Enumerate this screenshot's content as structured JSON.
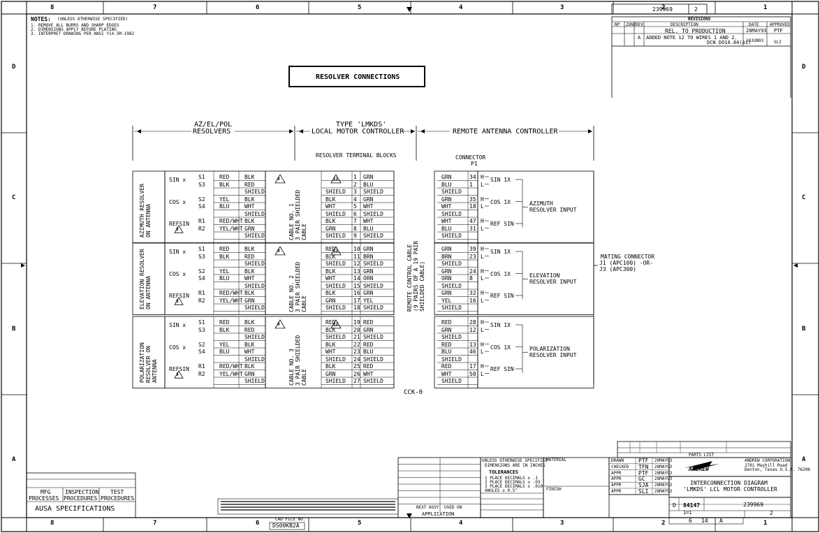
{
  "border": {
    "zones_top": [
      "8",
      "7",
      "6",
      "5",
      "4",
      "3",
      "2",
      "1"
    ],
    "zones_bottom": [
      "8",
      "7",
      "6",
      "5",
      "4",
      "3",
      "2",
      "1"
    ],
    "rows": [
      "D",
      "C",
      "B",
      "A"
    ]
  },
  "title_block_top": {
    "dwg_no": "239969",
    "sheet": "2"
  },
  "notes": {
    "heading": "NOTES:",
    "heading_sub": "(UNLESS OTHERWISE SPECIFIED)",
    "lines": [
      "1. REMOVE ALL BURRS AND SHARP EDGES",
      "2. DIMENSIONS APPLY BEFORE PLATING",
      "3. INTERPRET DRAWING PER ANSI Y14.5M-1982"
    ]
  },
  "revisions": {
    "title": "REVISIONS",
    "headers": [
      "NP",
      "ZONE",
      "REV",
      "DESCRIPTION",
      "DATE",
      "APPROVED"
    ],
    "rows": [
      {
        "rev": "",
        "desc": "REL. TO PRODUCTION",
        "date": "28MAY93",
        "appr": "PTF"
      },
      {
        "rev": "A",
        "desc": "ADDED NOTE 12 TO WIRES 1 AND 2.",
        "desc2": "DCN DO10.84(A1)",
        "date": "10JUN93",
        "appr": "SLI"
      }
    ]
  },
  "diagram": {
    "title": "RESOLVER CONNECTIONS",
    "sec_resolvers": "AZ/EL/POL",
    "sec_resolvers2": "RESOLVERS",
    "sec_lmc": "TYPE 'LMKDS'",
    "sec_lmc2": "LOCAL MOTOR CONTROLLER",
    "sec_rac": "REMOTE ANTENNA CONTROLLER",
    "terminal_blocks": "RESOLVER TERMINAL BLOCKS",
    "connector": "CONNECTOR",
    "connector_p": "P1",
    "remote_cable": [
      "REMOTE CONTROL CABLE",
      "(9 PAIRS OF A 19 PAIR",
      "SHIELDED CABLE)"
    ],
    "mating": [
      "MATING CONNECTOR",
      "J1 (APC100) -OR-",
      "J3 (APC300)"
    ],
    "cck": "CCK-0",
    "blocks": [
      {
        "label": [
          "AZIMUTH RESOLVER",
          "ON ANTENNA"
        ],
        "cable": [
          "CABLE NO. 1",
          "3 PAIR SHIELDED",
          "CABLE"
        ],
        "input": [
          "AZIMUTH",
          "RESOLVER INPUT"
        ],
        "groups": [
          {
            "sig": "SIN x",
            "pins": [
              "S1",
              "S3"
            ],
            "rac": "SIN 1X"
          },
          {
            "sig": "COS x",
            "pins": [
              "S2",
              "S4"
            ],
            "rac": "COS 1X"
          },
          {
            "sig": "REFSIN",
            "pins": [
              "R1",
              "R2"
            ],
            "rac": "REF SIN"
          }
        ],
        "res_wires": [
          [
            "RED",
            "BLK"
          ],
          [
            "BLK",
            "RED"
          ],
          [
            "",
            "SHIELD"
          ],
          [
            "YEL",
            "BLK"
          ],
          [
            "BLU",
            "WHT"
          ],
          [
            "",
            "SHIELD"
          ],
          [
            "RED/WHT",
            "BLK"
          ],
          [
            "YEL/WHT",
            "GRN"
          ],
          [
            "",
            "SHIELD"
          ]
        ],
        "tb": [
          [
            "",
            "1",
            "GRN"
          ],
          [
            "",
            "2",
            "BLU"
          ],
          [
            "SHIELD",
            "3",
            "SHIELD"
          ],
          [
            "BLK",
            "4",
            "GRN"
          ],
          [
            "WHT",
            "5",
            "WHT"
          ],
          [
            "SHIELD",
            "6",
            "SHIELD"
          ],
          [
            "BLK",
            "7",
            "WHT"
          ],
          [
            "GRN",
            "8",
            "BLU"
          ],
          [
            "SHIELD",
            "9",
            "SHIELD"
          ]
        ],
        "p1": [
          [
            "GRN",
            "34"
          ],
          [
            "BLU",
            "1"
          ],
          [
            "SHIELD",
            ""
          ],
          [
            "GRN",
            "35"
          ],
          [
            "WHT",
            "18"
          ],
          [
            "SHIELD",
            ""
          ],
          [
            "WHT",
            "47"
          ],
          [
            "BLU",
            "31"
          ],
          [
            "SHIELD",
            ""
          ]
        ]
      },
      {
        "label": [
          "ELEVATION RESOLVER",
          "ON ANTENNA"
        ],
        "cable": [
          "CABLE NO. 2",
          "3 PAIR SHIELDED",
          "CABLE"
        ],
        "input": [
          "ELEVATION",
          "RESOLVER INPUT"
        ],
        "groups": [
          {
            "sig": "SIN x",
            "pins": [
              "S1",
              "S3"
            ],
            "rac": "SIN 1X"
          },
          {
            "sig": "COS x",
            "pins": [
              "S2",
              "S4"
            ],
            "rac": "COS 1X"
          },
          {
            "sig": "REFSIN",
            "pins": [
              "R1",
              "R2"
            ],
            "rac": "REF SIN"
          }
        ],
        "res_wires": [
          [
            "RED",
            "BLK"
          ],
          [
            "BLK",
            "RED"
          ],
          [
            "",
            "SHIELD"
          ],
          [
            "YEL",
            "BLK"
          ],
          [
            "BLU",
            "WHT"
          ],
          [
            "",
            "SHIELD"
          ],
          [
            "RED/WHT",
            "BLK"
          ],
          [
            "YEL/WHT",
            "GRN"
          ],
          [
            "",
            "SHIELD"
          ]
        ],
        "tb": [
          [
            "RED",
            "10",
            "GRN"
          ],
          [
            "BLK",
            "11",
            "BRN"
          ],
          [
            "SHIELD",
            "12",
            "SHIELD"
          ],
          [
            "BLK",
            "13",
            "GRN"
          ],
          [
            "WHT",
            "14",
            "ORN"
          ],
          [
            "SHIELD",
            "15",
            "SHIELD"
          ],
          [
            "BLK",
            "16",
            "GRN"
          ],
          [
            "GRN",
            "17",
            "YEL"
          ],
          [
            "SHIELD",
            "18",
            "SHIELD"
          ]
        ],
        "p1": [
          [
            "GRN",
            "39"
          ],
          [
            "BRN",
            "23"
          ],
          [
            "SHIELD",
            ""
          ],
          [
            "GRN",
            "24"
          ],
          [
            "ORN",
            "8"
          ],
          [
            "SHIELD",
            ""
          ],
          [
            "GRN",
            "32"
          ],
          [
            "YEL",
            "16"
          ],
          [
            "SHIELD",
            ""
          ]
        ]
      },
      {
        "label": [
          "POLARIZATION",
          "RESOLVER ON",
          "ANTENNA"
        ],
        "cable": [
          "CABLE NO. 3",
          "3 PAIR SHIELDED",
          "CABLE"
        ],
        "input": [
          "POLARIZATION",
          "RESOLVER INPUT"
        ],
        "groups": [
          {
            "sig": "SIN x",
            "pins": [
              "S1",
              "S3"
            ],
            "rac": "SIN 1X"
          },
          {
            "sig": "COS x",
            "pins": [
              "S2",
              "S4"
            ],
            "rac": "COS 1X"
          },
          {
            "sig": "REFSIN",
            "pins": [
              "R1",
              "R2"
            ],
            "rac": "REF SIN"
          }
        ],
        "res_wires": [
          [
            "RED",
            "BLK"
          ],
          [
            "BLK",
            "RED"
          ],
          [
            "",
            "SHIELD"
          ],
          [
            "YEL",
            "BLK"
          ],
          [
            "BLU",
            "WHT"
          ],
          [
            "",
            "SHIELD"
          ],
          [
            "RED/WHT",
            "BLK"
          ],
          [
            "YEL/WHT",
            "GRN"
          ],
          [
            "",
            "SHIELD"
          ]
        ],
        "tb": [
          [
            "RED",
            "19",
            "RED"
          ],
          [
            "BLK",
            "20",
            "GRN"
          ],
          [
            "SHIELD",
            "21",
            "SHIELD"
          ],
          [
            "BLK",
            "22",
            "RED"
          ],
          [
            "WHT",
            "23",
            "BLU"
          ],
          [
            "SHIELD",
            "24",
            "SHIELD"
          ],
          [
            "BLK",
            "25",
            "RED"
          ],
          [
            "GRN",
            "26",
            "WHT"
          ],
          [
            "SHIELD",
            "27",
            "SHIELD"
          ]
        ],
        "p1": [
          [
            "RED",
            "28"
          ],
          [
            "GRN",
            "12"
          ],
          [
            "SHIELD",
            ""
          ],
          [
            "RED",
            "13"
          ],
          [
            "BLU",
            "46"
          ],
          [
            "SHIELD",
            ""
          ],
          [
            "RED",
            "17"
          ],
          [
            "WHT",
            "50"
          ],
          [
            "SHIELD",
            ""
          ]
        ]
      }
    ],
    "note_flags": {
      "res": "9",
      "tb": "12",
      "ref": "8"
    }
  },
  "specs": {
    "cols": [
      "MFG\nPROCESSES",
      "INSPECTION\nPROCEDURES",
      "TEST\nPROCEDURES"
    ],
    "col1a": "MFG",
    "col1b": "PROCESSES",
    "col2a": "INSPECTION",
    "col2b": "PROCEDURES",
    "col3a": "TEST",
    "col3b": "PROCEDURES",
    "title": "AUSA SPECIFICATIONS"
  },
  "cad": {
    "label": "CAD FILE NO.",
    "value": "DS00KB2A"
  },
  "application": {
    "next_assy": "NEXT ASSY",
    "used_on": "USED ON",
    "title": "APPLICATION"
  },
  "tolerances": {
    "head": "UNLESS OTHERWISE SPECIFIED",
    "head2": "DIMENSIONS ARE IN INCHES",
    "title": "TOLERANCES",
    "l1": "1 PLACE DECIMALS ± .1",
    "l2": "2 PLACE DECIMALS ± .03",
    "l3": "3 PLACE DECIMALS ± .010",
    "l4": "ANGLES ± 0.5°",
    "material": "MATERIAL",
    "finish": "FINISH"
  },
  "approvals": [
    {
      "role": "DRAWN",
      "name": "PTF",
      "date": "20MAY93"
    },
    {
      "role": "CHECKED",
      "name": "TFN",
      "date": "28MAY93"
    },
    {
      "role": "APPR",
      "name": "PTF",
      "date": "28MAY93"
    },
    {
      "role": "APPR",
      "name": "GC",
      "date": "28MAY93"
    },
    {
      "role": "APPR",
      "name": "SJA",
      "date": "28MAY93"
    },
    {
      "role": "APPR",
      "name": "SLI",
      "date": "28MAY93"
    }
  ],
  "company": {
    "logo": "ANDREW",
    "name": "ANDREW CORPORATION",
    "addr1": "2701 Mayhill Road",
    "addr2": "Denton, Texas U.S.A. 76208"
  },
  "drawing_title": {
    "l1": "INTERCONNECTION DIAGRAM",
    "l2": "'LMKDS' LCL MOTOR CONTROLLER"
  },
  "drawing_info": {
    "size": "D",
    "fscm": "84147",
    "dwg_no": "239969",
    "scale": "1=1",
    "sheet": "2",
    "parts_list": "PARTS LIST",
    "code": "6",
    "code2": "14",
    "rev": "A"
  }
}
